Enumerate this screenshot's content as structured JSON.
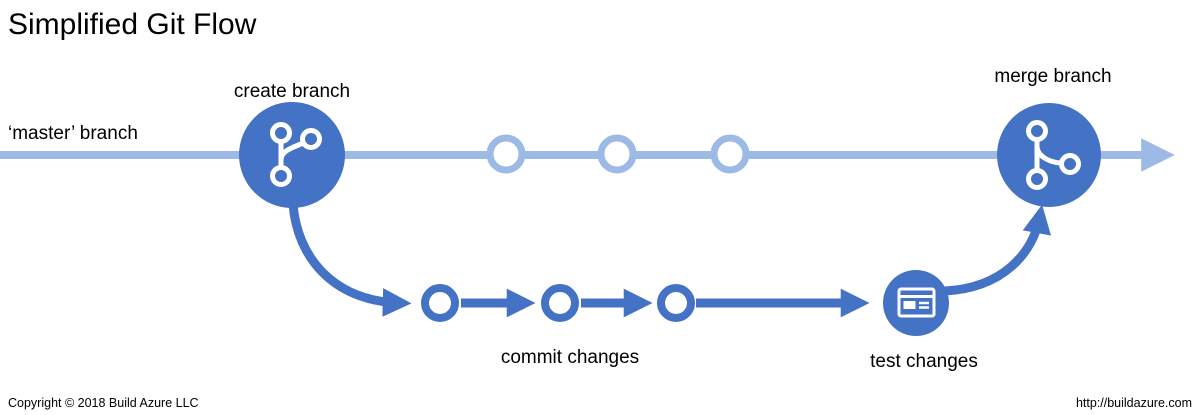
{
  "title": "Simplified Git Flow",
  "labels": {
    "master_branch": "‘master’ branch",
    "create_branch": "create branch",
    "merge_branch": "merge branch",
    "commit_changes": "commit changes",
    "test_changes": "test changes"
  },
  "footer": {
    "copyright": "Copyright © 2018 Build Azure LLC",
    "url": "http://buildazure.com"
  },
  "icons": {
    "create_branch": "git-branch-icon",
    "merge_branch": "git-merge-icon",
    "test_changes": "test-window-icon"
  },
  "colors": {
    "master_line": "#9DB9E6",
    "branch_line": "#4472C4",
    "node_fill": "#4472C4",
    "text": "#000000",
    "background": "#FFFFFF"
  },
  "diagram": {
    "master_commit_count": 3,
    "branch_commit_count": 3,
    "flow_steps": [
      "create branch",
      "commit changes",
      "test changes",
      "merge branch"
    ]
  }
}
